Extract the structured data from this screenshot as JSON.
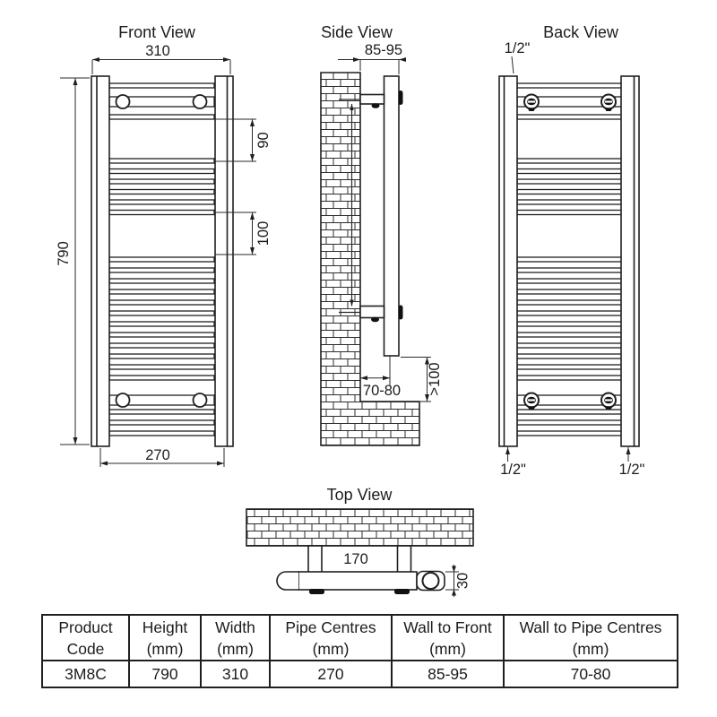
{
  "diagram": {
    "front_view": {
      "title": "Front View",
      "width_overall": "310",
      "height_overall": "790",
      "rung_gap_upper": "90",
      "rung_gap_lower": "100",
      "pipe_centres": "270"
    },
    "side_view": {
      "title": "Side View",
      "wall_to_front": "85-95",
      "wall_to_pipe_centres": "70-80",
      "min_floor_clearance": ">100"
    },
    "back_view": {
      "title": "Back View",
      "connection_top_left": "1/2\"",
      "connection_bottom_left": "1/2\"",
      "connection_bottom_right": "1/2\""
    },
    "top_view": {
      "title": "Top View",
      "bracket_centres": "170",
      "rail_depth": "30"
    }
  },
  "spec_table": {
    "headers": [
      {
        "line1": "Product",
        "line2": "Code"
      },
      {
        "line1": "Height",
        "line2": "(mm)"
      },
      {
        "line1": "Width",
        "line2": "(mm)"
      },
      {
        "line1": "Pipe Centres",
        "line2": "(mm)"
      },
      {
        "line1": "Wall to Front",
        "line2": "(mm)"
      },
      {
        "line1": "Wall to Pipe Centres",
        "line2": "(mm)"
      }
    ],
    "values": [
      "3M8C",
      "790",
      "310",
      "270",
      "85-95",
      "70-80"
    ]
  }
}
